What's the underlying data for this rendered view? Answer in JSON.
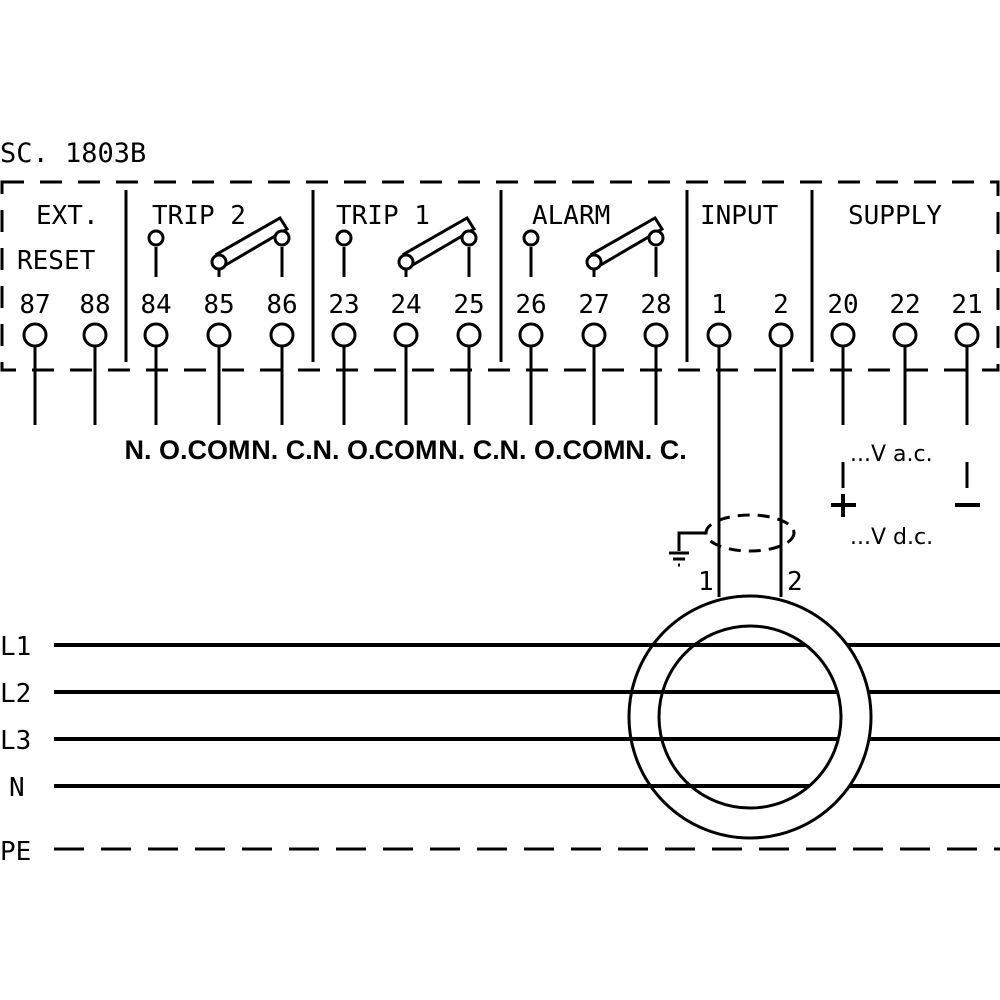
{
  "title": "SC. 1803B",
  "colors": {
    "ink": "#000000",
    "background": "#ffffff"
  },
  "sections": [
    {
      "id": "ext-reset",
      "label_lines": [
        "EXT.",
        "RESET"
      ],
      "terminals": [
        "87",
        "88"
      ]
    },
    {
      "id": "trip-2",
      "label_lines": [
        "TRIP 2"
      ],
      "terminals": [
        "84",
        "85",
        "86"
      ],
      "contact_labels": [
        "N. O.",
        "COM",
        "N. C."
      ]
    },
    {
      "id": "trip-1",
      "label_lines": [
        "TRIP 1"
      ],
      "terminals": [
        "23",
        "24",
        "25"
      ],
      "contact_labels": [
        "N. O.",
        "COM",
        "N. C."
      ]
    },
    {
      "id": "alarm",
      "label_lines": [
        "ALARM"
      ],
      "terminals": [
        "26",
        "27",
        "28"
      ],
      "contact_labels": [
        "N. O.",
        "COM",
        "N. C."
      ]
    },
    {
      "id": "input",
      "label_lines": [
        "INPUT"
      ],
      "terminals": [
        "1",
        "2"
      ]
    },
    {
      "id": "supply",
      "label_lines": [
        "SUPPLY"
      ],
      "terminals": [
        "20",
        "22",
        "21"
      ]
    }
  ],
  "supply_labels": {
    "ac": "...V a.c.",
    "dc": "...V d.c.",
    "plus": "+",
    "minus": "–"
  },
  "cable_labels": [
    "1",
    "2"
  ],
  "lines": [
    {
      "label": "L1",
      "style": "solid"
    },
    {
      "label": "L2",
      "style": "solid"
    },
    {
      "label": "L3",
      "style": "solid"
    },
    {
      "label": "N",
      "style": "solid"
    },
    {
      "label": "PE",
      "style": "dashed"
    }
  ],
  "icons": {
    "ground": "ground-icon",
    "toroid": "current-transformer-icon",
    "shield": "cable-shield-icon"
  }
}
